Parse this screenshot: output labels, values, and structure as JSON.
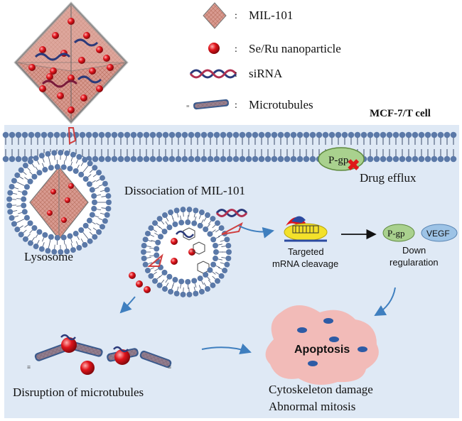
{
  "legend": {
    "mil101": "MIL-101",
    "nanoparticle": "Se/Ru nanoparticle",
    "sirna": "siRNA",
    "microtubules": "Microtubules",
    "colon": ":"
  },
  "cell_label": "MCF-7/T cell",
  "pgp_label": "P-gp",
  "drug_efflux": "Drug efflux",
  "lysosome_label": "Lysosome",
  "dissociation_label": "Dissociation of MIL-101",
  "targeted_cleavage": [
    "Targeted",
    "mRNA cleavage"
  ],
  "downreg_pgp": "P-gp",
  "downreg_vegf": "VEGF",
  "down_regulation": [
    "Down",
    "regularation"
  ],
  "apoptosis": "Apoptosis",
  "disruption": "Disruption of microtubules",
  "outcomes": [
    "Cytoskeleton damage",
    "Abnormal mitosis"
  ],
  "colors": {
    "cell_bg": "#dfe9f5",
    "membrane_head": "#5b79a8",
    "mof": "#d9958a",
    "nanoparticle": "#e0141b",
    "arrow": "#3f7fbf",
    "pgp": "#a9d18e",
    "vegf": "#9dc3e6",
    "apoptosis_cell": "#f4b6b1"
  }
}
